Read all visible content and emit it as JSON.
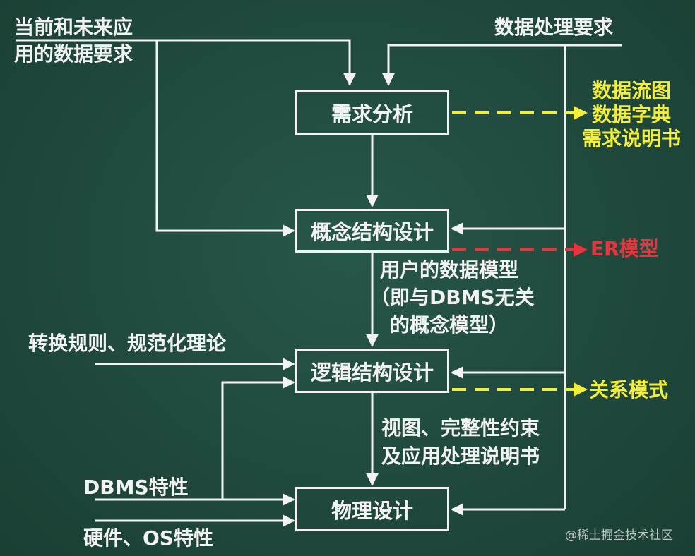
{
  "boxes": {
    "requirements": "需求分析",
    "conceptual": "概念结构设计",
    "logical": "逻辑结构设计",
    "physical": "物理设计"
  },
  "inputs": {
    "app_data_line1": "当前和未来应",
    "app_data_line2": "用的数据要求",
    "processing_reqs": "数据处理要求",
    "conversion_rules": "转换规则、规范化理论",
    "dbms_features": "DBMS特性",
    "hardware_os": "硬件、OS特性"
  },
  "outputs": {
    "req_line1": "数据流图",
    "req_line2": "数据字典",
    "req_line3": "需求说明书",
    "er_model": "ER模型",
    "relational_schema": "关系模式"
  },
  "notes": {
    "concept_line1": "用户的数据模型",
    "concept_line2": "（即与DBMS无关",
    "concept_line3": "的概念模型）",
    "logical_line1": "视图、完整性约束",
    "logical_line2": "及应用处理说明书"
  },
  "watermark": "@稀土掘金技术社区",
  "colors": {
    "board": "#20493d",
    "chalk": "#f2f2f2",
    "yellow": "#f3ee3a",
    "red": "#e8343c"
  }
}
